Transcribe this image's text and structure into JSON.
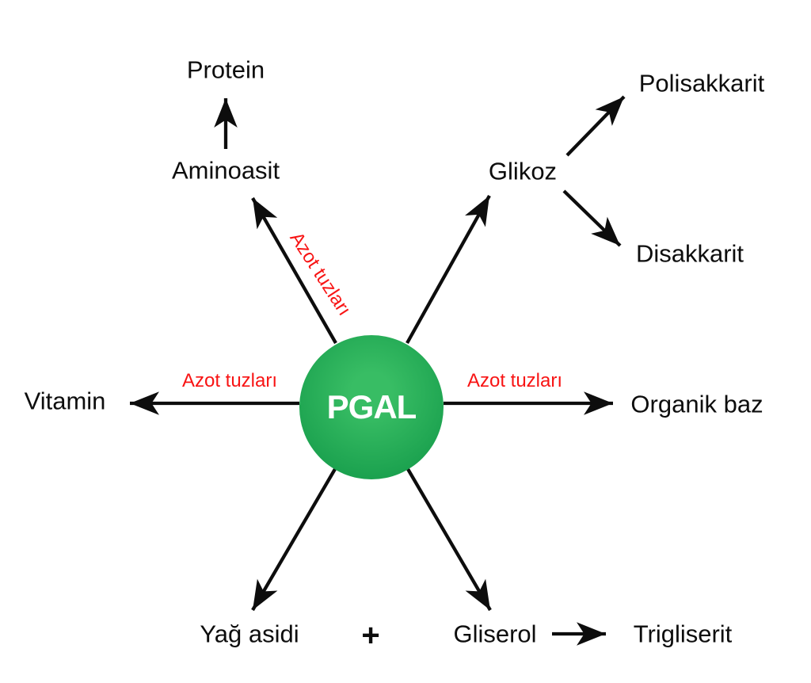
{
  "center": {
    "label": "PGAL"
  },
  "labels": {
    "protein": "Protein",
    "aminoasit": "Aminoasit",
    "glikoz": "Glikoz",
    "polisakkarit": "Polisakkarit",
    "disakkarit": "Disakkarit",
    "vitamin": "Vitamin",
    "organik_baz": "Organik baz",
    "yag_asidi": "Yağ asidi",
    "plus": "+",
    "gliserol": "Gliserol",
    "trigliserit": "Trigliserit"
  },
  "edge_labels": {
    "left": "Azot tuzları",
    "right": "Azot tuzları",
    "diagonal": "Azot tuzları"
  },
  "colors": {
    "ink": "#0d0d0d",
    "red": "#f81414",
    "green_center": "#38bd64",
    "green_edge": "#0f9646",
    "background": "#ffffff",
    "center_text": "#ffffff"
  }
}
